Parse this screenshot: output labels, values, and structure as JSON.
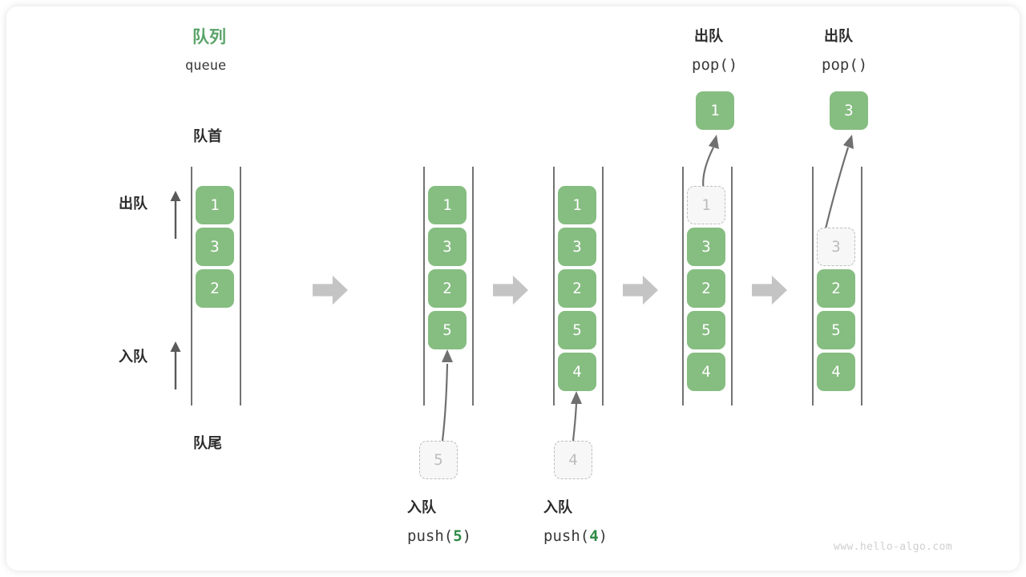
{
  "diagram": {
    "title_cn": "队列",
    "title_en": "queue",
    "front_label": "队首",
    "rear_label": "队尾",
    "dequeue_label": "出队",
    "enqueue_label": "入队",
    "watermark": "www.hello-algo.com",
    "colors": {
      "accent_green": "#5aa469",
      "cell_green": "#86bd81",
      "ghost_gray": "#bdbdbd",
      "block_arrow_gray": "#c4c4c4",
      "thin_arrow_gray": "#707070",
      "text_dark": "#2b2b2b",
      "watermark_gray": "#cfcfcf"
    }
  },
  "stages": [
    {
      "id": "stage-initial",
      "cells": [
        {
          "value": "1",
          "state": "filled"
        },
        {
          "value": "3",
          "state": "filled"
        },
        {
          "value": "2",
          "state": "filled"
        }
      ],
      "side_labels": {
        "top": "出队",
        "bottom": "入队"
      },
      "column_labels": {
        "front": "队首",
        "rear": "队尾"
      }
    },
    {
      "id": "stage-push-5",
      "cells": [
        {
          "value": "1",
          "state": "filled"
        },
        {
          "value": "3",
          "state": "filled"
        },
        {
          "value": "2",
          "state": "filled"
        },
        {
          "value": "5",
          "state": "filled"
        }
      ],
      "incoming": {
        "value": "5",
        "state": "ghost"
      },
      "op_label_cn": "入队",
      "op_label_code_prefix": "push(",
      "op_label_code_arg": "5",
      "op_label_code_suffix": ")"
    },
    {
      "id": "stage-push-4",
      "cells": [
        {
          "value": "1",
          "state": "filled"
        },
        {
          "value": "3",
          "state": "filled"
        },
        {
          "value": "2",
          "state": "filled"
        },
        {
          "value": "5",
          "state": "filled"
        },
        {
          "value": "4",
          "state": "filled"
        }
      ],
      "incoming": {
        "value": "4",
        "state": "ghost"
      },
      "op_label_cn": "入队",
      "op_label_code_prefix": "push(",
      "op_label_code_arg": "4",
      "op_label_code_suffix": ")"
    },
    {
      "id": "stage-pop-1",
      "cells": [
        {
          "value": "1",
          "state": "ghost"
        },
        {
          "value": "3",
          "state": "filled"
        },
        {
          "value": "2",
          "state": "filled"
        },
        {
          "value": "5",
          "state": "filled"
        },
        {
          "value": "4",
          "state": "filled"
        }
      ],
      "popped": {
        "value": "1",
        "state": "filled"
      },
      "op_label_cn": "出队",
      "op_label_code": "pop()"
    },
    {
      "id": "stage-pop-3",
      "cells": [
        {
          "value": "",
          "state": "empty"
        },
        {
          "value": "3",
          "state": "ghost"
        },
        {
          "value": "2",
          "state": "filled"
        },
        {
          "value": "5",
          "state": "filled"
        },
        {
          "value": "4",
          "state": "filled"
        }
      ],
      "popped": {
        "value": "3",
        "state": "filled"
      },
      "op_label_cn": "出队",
      "op_label_code": "pop()"
    }
  ]
}
